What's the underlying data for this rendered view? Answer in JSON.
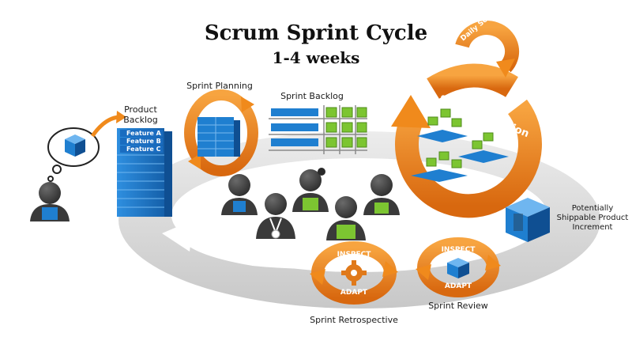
{
  "title": "Scrum Sprint Cycle",
  "subtitle": "1-4 weeks",
  "labels": {
    "product_backlog": [
      "Product",
      "Backlog"
    ],
    "sprint_planning": "Sprint Planning",
    "sprint_backlog": "Sprint Backlog",
    "daily_scrum": "Daily Scrum",
    "sprint_execution": "Sprint Execution",
    "increment": [
      "Potentially",
      "Shippable Product",
      "Increment"
    ],
    "sprint_review": "Sprint Review",
    "sprint_retrospective": "Sprint Retrospective",
    "inspect": "INSPECT",
    "adapt": "ADAPT"
  },
  "features": [
    "Feature A",
    "Feature B",
    "Feature C"
  ],
  "colors": {
    "orange": "#f08a1c",
    "orange_dark": "#c8620c",
    "blue": "#1f7fd0",
    "blue_dark": "#0f4f92",
    "green": "#7cc531",
    "green_dark": "#4e8a1a",
    "gray_track": "#d9d9d9",
    "person_dark": "#3a3a3a"
  }
}
